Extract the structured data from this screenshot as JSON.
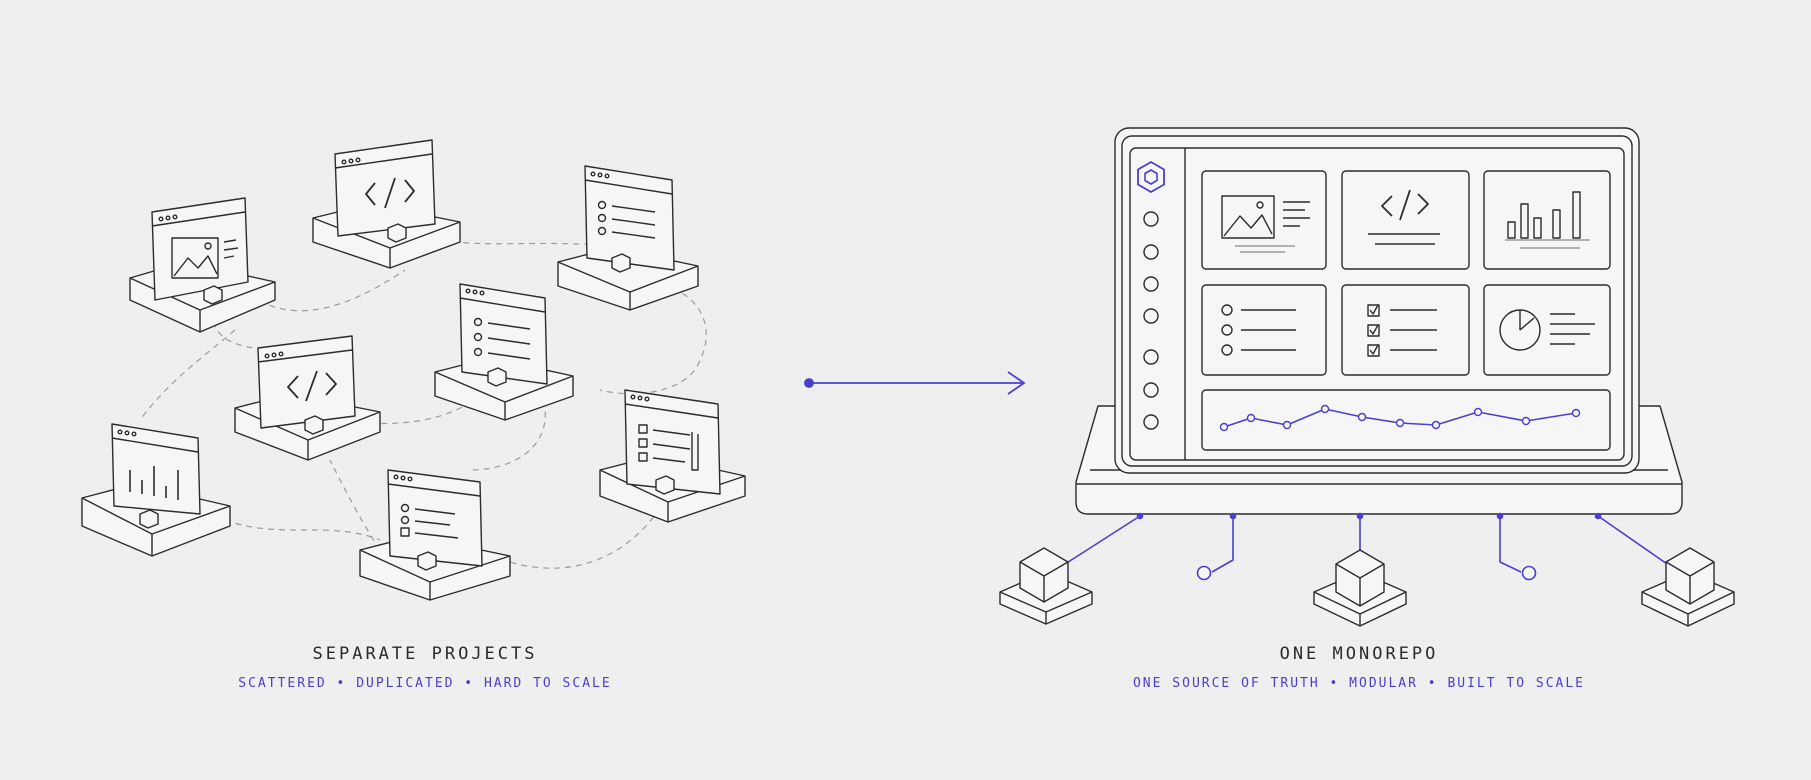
{
  "left": {
    "title": "SEPARATE PROJECTS",
    "subtitle": "SCATTERED • DUPLICATED • HARD TO SCALE"
  },
  "right": {
    "title": "ONE MONOREPO",
    "subtitle": "ONE SOURCE OF TRUTH • MODULAR • BUILT TO SCALE"
  },
  "colors": {
    "background": "#f0eff0",
    "ink": "#2b2b30",
    "accent": "#4b3fcf",
    "muted": "#9a9aa2"
  },
  "icons": {
    "project_windows": [
      "image-icon",
      "code-icon",
      "list-icon",
      "list-icon",
      "code-icon",
      "bar-chart-icon",
      "list-icon",
      "list-icon"
    ],
    "dashboard_panels": [
      "image-icon",
      "code-icon",
      "bar-chart-icon",
      "radio-list-icon",
      "checklist-icon",
      "pie-chart-icon",
      "line-chart-icon"
    ],
    "dashboard_logo": "hexagon-logo-icon",
    "package_nodes": [
      "package-cube-icon",
      "package-cube-icon",
      "package-cube-icon"
    ]
  }
}
